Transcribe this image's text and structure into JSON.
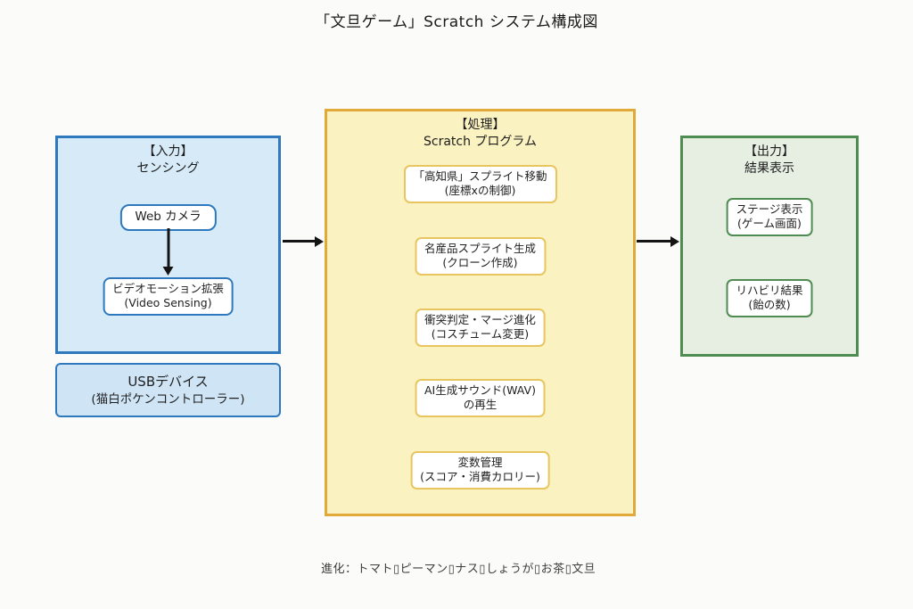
{
  "title": "「文旦ゲーム」Scratch システム構成図",
  "input_box": {
    "header_line1": "【入力】",
    "header_line2": "センシング",
    "webcam_label": "Web カメラ",
    "video_line1": "ビデオモーション拡張",
    "video_line2": "(Video Sensing)"
  },
  "usb_box": {
    "line1": "USBデバイス",
    "line2": "(猫白ポケンコントローラー)"
  },
  "process_box": {
    "header_line1": "【処理】",
    "header_line2": "Scratch プログラム",
    "steps": [
      {
        "line1": "「高知県」スプライト移動",
        "line2": "(座標xの制御)"
      },
      {
        "line1": "名産品スプライト生成",
        "line2": "(クローン作成)"
      },
      {
        "line1": "衝突判定・マージ進化",
        "line2": "(コスチューム変更)"
      },
      {
        "line1": "AI生成サウンド(WAV)",
        "line2": "の再生"
      },
      {
        "line1": "変数管理",
        "line2": "(スコア・消費カロリー)"
      }
    ]
  },
  "output_box": {
    "header_line1": "【出力】",
    "header_line2": "結果表示",
    "items": [
      {
        "line1": "ステージ表示",
        "line2": "(ゲーム画面)"
      },
      {
        "line1": "リハビリ結果",
        "line2": "(飴の数)"
      }
    ]
  },
  "footnote": "進化：トマト▯ピーマン▯ナス▯しょうが▯お茶▯文旦",
  "colors": {
    "input_border": "#2e78bd",
    "input_fill": "#d7eaf8",
    "usb_fill": "#cfe5f6",
    "process_border": "#e0a93a",
    "process_fill": "#fbf2c1",
    "process_node_border": "#e8c55e",
    "output_border": "#4e8c51",
    "output_fill": "#e7efe3",
    "arrow": "#141414"
  }
}
